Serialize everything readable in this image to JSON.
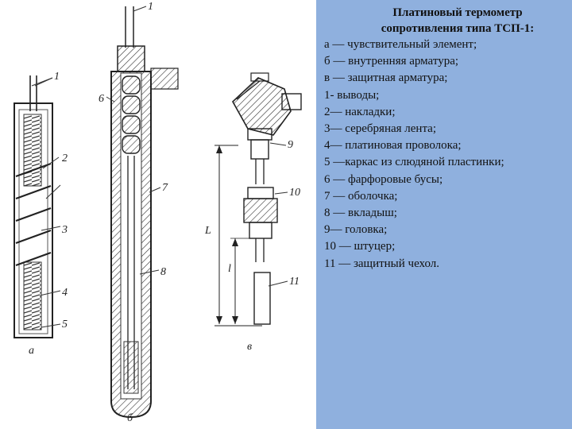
{
  "figure": {
    "callouts_a": [
      "1",
      "2",
      "3",
      "4",
      "5"
    ],
    "callouts_b": [
      "1",
      "6",
      "7",
      "8"
    ],
    "callouts_v": [
      "9",
      "10",
      "11"
    ],
    "dim_labels": [
      "L",
      "l"
    ],
    "panel_letters": [
      "а",
      "б",
      "в"
    ]
  },
  "title": {
    "line1": "Платиновый термометр",
    "line2": "сопротивления типа ТСП-1:"
  },
  "legend": [
    "а — чувствительный элемент;",
    "б — внутренняя арматура;",
    "в — защитная арматура;",
    "1- выводы;",
    "2— накладки;",
    "3— серебряная лента;",
    "4— платиновая проволока;",
    "5 —каркас из слюдяной пластинки;",
    "6 — фарфоровые бусы;",
    "7 — оболочка;",
    "8 — вкладыш;",
    "9— головка;",
    "10 — штуцер;",
    "11 — защитный чехол."
  ],
  "colors": {
    "panel_background": "#8fb0de",
    "drawing_ink": "#222222"
  }
}
